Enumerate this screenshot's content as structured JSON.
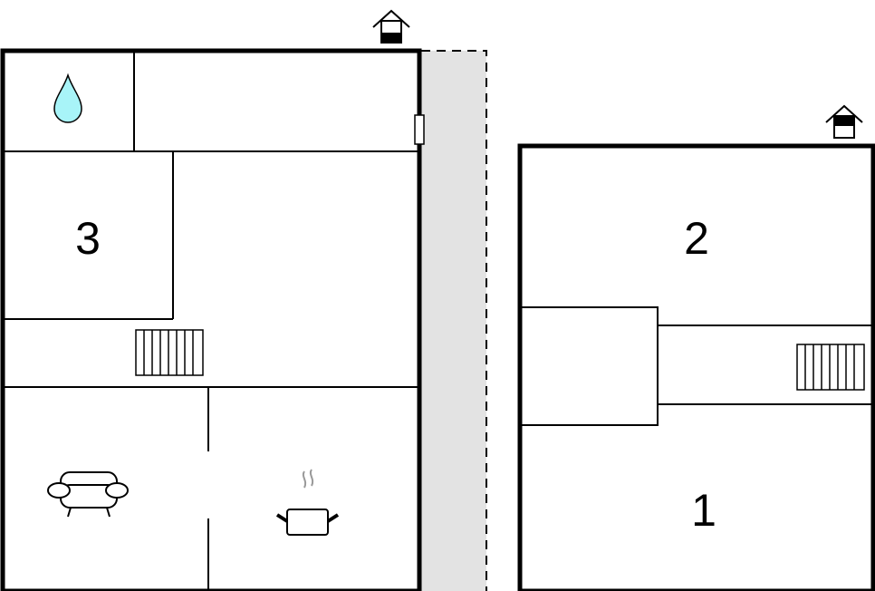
{
  "title": "Floor plan",
  "buildings": [
    {
      "name": "left-building",
      "rooms": [
        {
          "label": "3"
        }
      ],
      "features": [
        "bathroom-water-drop",
        "stairs",
        "living-room-sofa",
        "kitchen-pot",
        "entrance"
      ]
    },
    {
      "name": "right-building",
      "rooms": [
        {
          "label": "2"
        },
        {
          "label": "1"
        }
      ],
      "features": [
        "stairs",
        "entrance"
      ]
    }
  ],
  "colors": {
    "wall": "#000000",
    "terrace": "#e3e3e3",
    "water": "#a8f4f8",
    "steam": "#999999"
  }
}
